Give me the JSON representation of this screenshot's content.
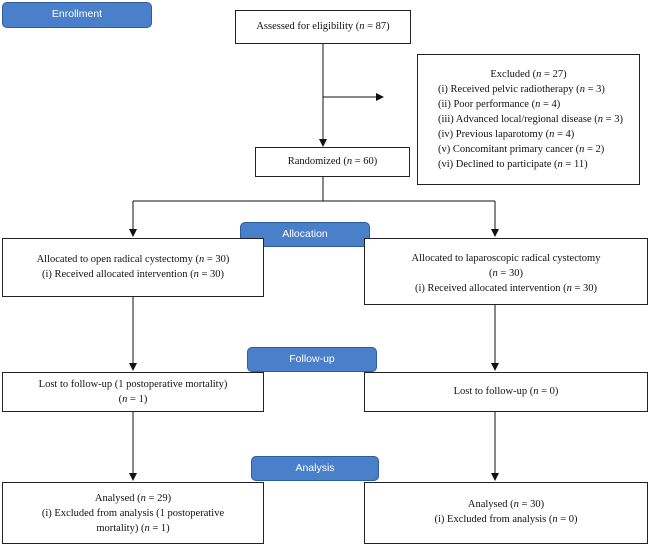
{
  "stages": {
    "enrollment": "Enrollment",
    "allocation": "Allocation",
    "followup": "Follow-up",
    "analysis": "Analysis"
  },
  "assessed": "Assessed for eligibility (n = 87)",
  "excluded": {
    "title": "Excluded (n = 27)",
    "items": [
      "(i)  Received pelvic radiotherapy (n = 3)",
      "(ii)  Poor performance (n = 4)",
      "(iii)  Advanced local/regional disease (n = 3)",
      "(iv)  Previous laparotomy (n = 4)",
      "(v)  Concomitant primary cancer (n = 2)",
      "(vi)  Declined to participate (n = 11)"
    ]
  },
  "randomized": "Randomized (n = 60)",
  "allocation": {
    "left": [
      "Allocated to open radical cystectomy (n = 30)",
      "(i)  Received allocated intervention (n = 30)"
    ],
    "right": [
      "Allocated to laparoscopic radical cystectomy",
      "(n = 30)",
      "(i)  Received allocated intervention (n = 30)"
    ]
  },
  "followup": {
    "left": [
      "Lost to follow-up (1 postoperative mortality)",
      "(n = 1)"
    ],
    "right": [
      "Lost to follow-up (n = 0)"
    ]
  },
  "analysis": {
    "left": [
      "Analysed (n = 29)",
      "(i)  Excluded from analysis (1 postoperative",
      "mortality) (n = 1)"
    ],
    "right": [
      "Analysed (n = 30)",
      "(i)  Excluded from analysis (n = 0)"
    ]
  }
}
